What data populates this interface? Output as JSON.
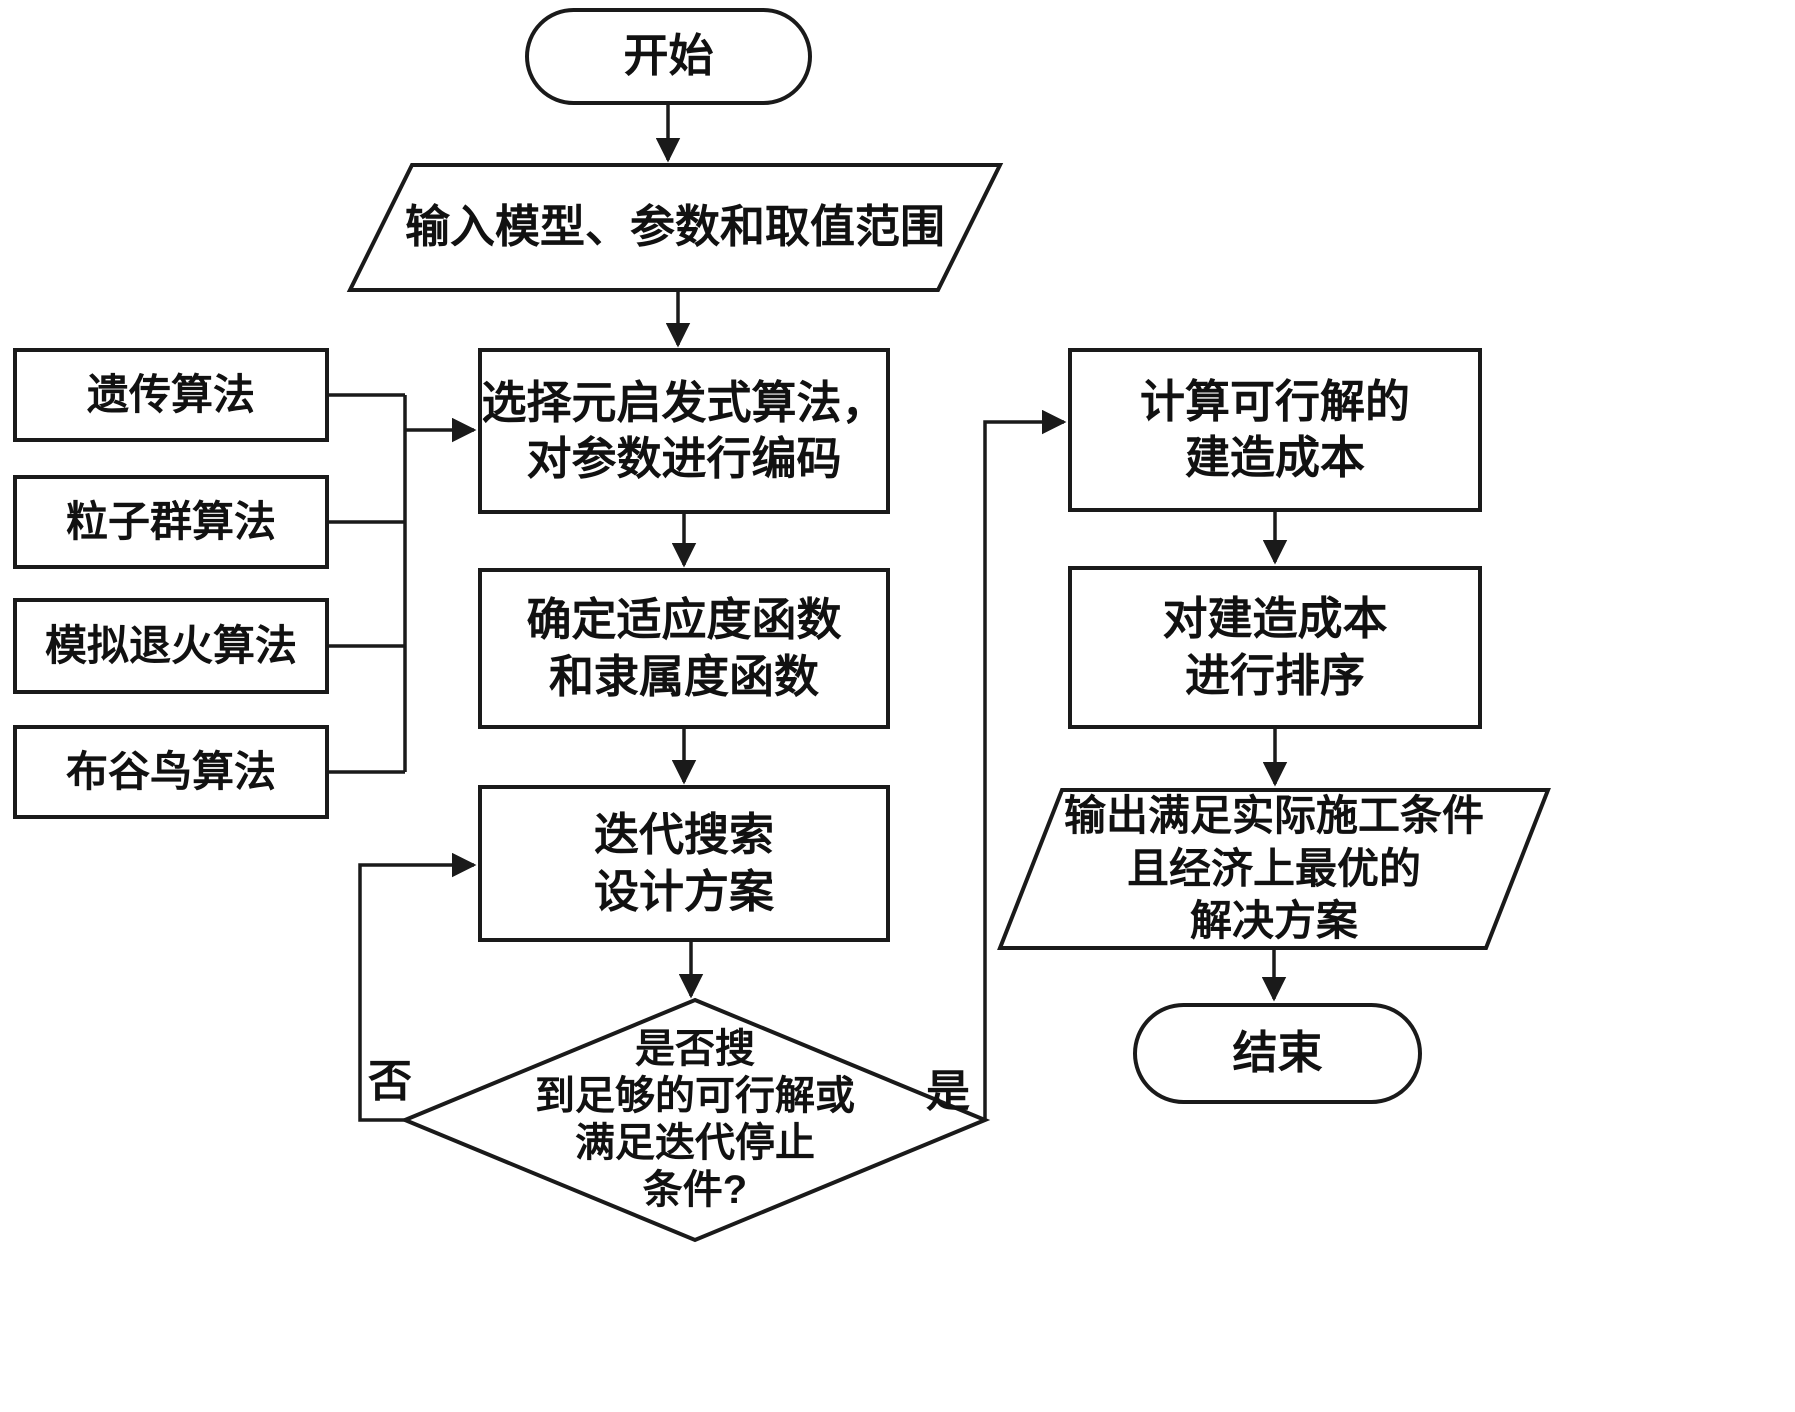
{
  "diagram": {
    "type": "flowchart",
    "language": "zh-CN",
    "colors": {
      "stroke": "#1a1a1a",
      "background": "#ffffff",
      "text": "#111111"
    },
    "nodes": {
      "start": "开始",
      "input": "输入模型、参数和取值范围",
      "algo_genetic": "遗传算法",
      "algo_pso": "粒子群算法",
      "algo_sa": "模拟退火算法",
      "algo_cuckoo": "布谷鸟算法",
      "select_encode": "选择元启发式算法，\n对参数进行编码",
      "fitness": "确定适应度函数\n和隶属度函数",
      "iterate": "迭代搜索\n设计方案",
      "decision": "是否搜\n到足够的可行解或\n满足迭代停止\n条件?",
      "calc_cost": "计算可行解的\n建造成本",
      "sort_cost": "对建造成本\n进行排序",
      "output": "输出满足实际施工条件\n且经济上最优的\n解决方案",
      "end": "结束"
    },
    "edge_labels": {
      "no": "否",
      "yes": "是"
    }
  }
}
